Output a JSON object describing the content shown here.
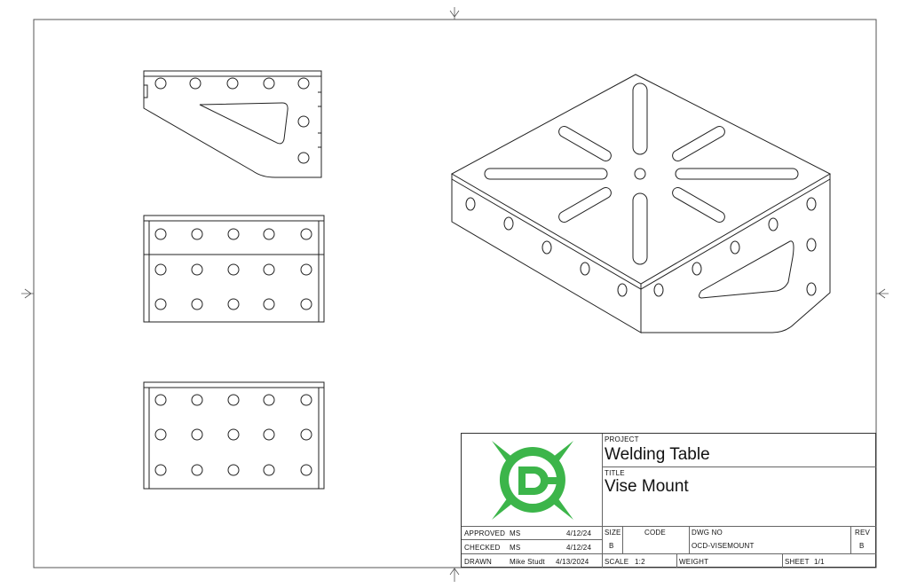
{
  "title_block": {
    "project_label": "PROJECT",
    "project": "Welding Table",
    "title_label": "TITLE",
    "title": "Vise Mount",
    "approved_label": "APPROVED",
    "approved_by": "MS",
    "approved_date": "4/12/24",
    "checked_label": "CHECKED",
    "checked_by": "MS",
    "checked_date": "4/12/24",
    "drawn_label": "DRAWN",
    "drawn_by": "Mike Studt",
    "drawn_date": "4/13/2024",
    "size_label": "SIZE",
    "size": "B",
    "code_label": "CODE",
    "dwg_no_label": "DWG NO",
    "dwg_no": "OCD-VISEMOUNT",
    "rev_label": "REV",
    "rev": "B",
    "scale_label": "SCALE",
    "scale": "1:2",
    "weight_label": "WEIGHT",
    "sheet_label": "SHEET",
    "sheet": "1/1"
  },
  "logo": {
    "text": "DC",
    "color": "#3cb54a"
  }
}
